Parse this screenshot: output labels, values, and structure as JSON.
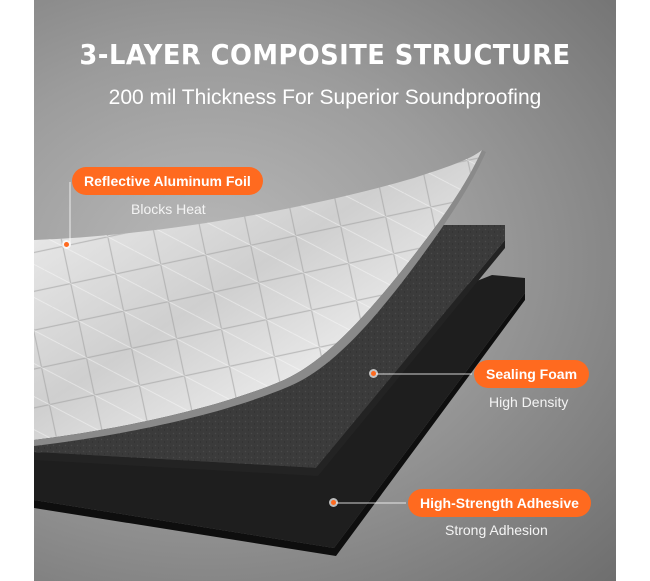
{
  "header": {
    "title": "3-LAYER COMPOSITE STRUCTURE",
    "subtitle": "200 mil Thickness For Superior Soundproofing"
  },
  "layers": [
    {
      "label": "Reflective Aluminum Foil",
      "caption": "Blocks Heat"
    },
    {
      "label": "Sealing Foam",
      "caption": "High Density"
    },
    {
      "label": "High-Strength Adhesive",
      "caption": "Strong Adhesion"
    }
  ],
  "colors": {
    "accent": "#ff6a1f",
    "background": "#9c9c9c",
    "foil": "#dcdcdc",
    "foam": "#3a3a3a",
    "adhesive": "#202020"
  }
}
